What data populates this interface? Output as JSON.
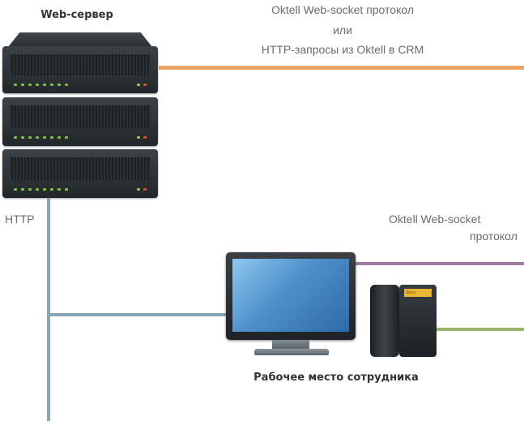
{
  "server": {
    "title": "Web-сервер",
    "link_label": "HTTP",
    "units": 3
  },
  "top_link": {
    "line1": "Oktell Web-socket протокол",
    "line2": "или",
    "line3": "HTTP-запросы из Oktell в CRM",
    "color": "#eea467"
  },
  "middle_link": {
    "line1": "Oktell Web-socket",
    "line2": "протокол",
    "color": "#a07aa0"
  },
  "phone_link": {
    "color": "#98b46a"
  },
  "http_link": {
    "color": "#86a6b8"
  },
  "workstation": {
    "title": "Рабочее место сотрудника",
    "phone_display": "Oktell"
  }
}
